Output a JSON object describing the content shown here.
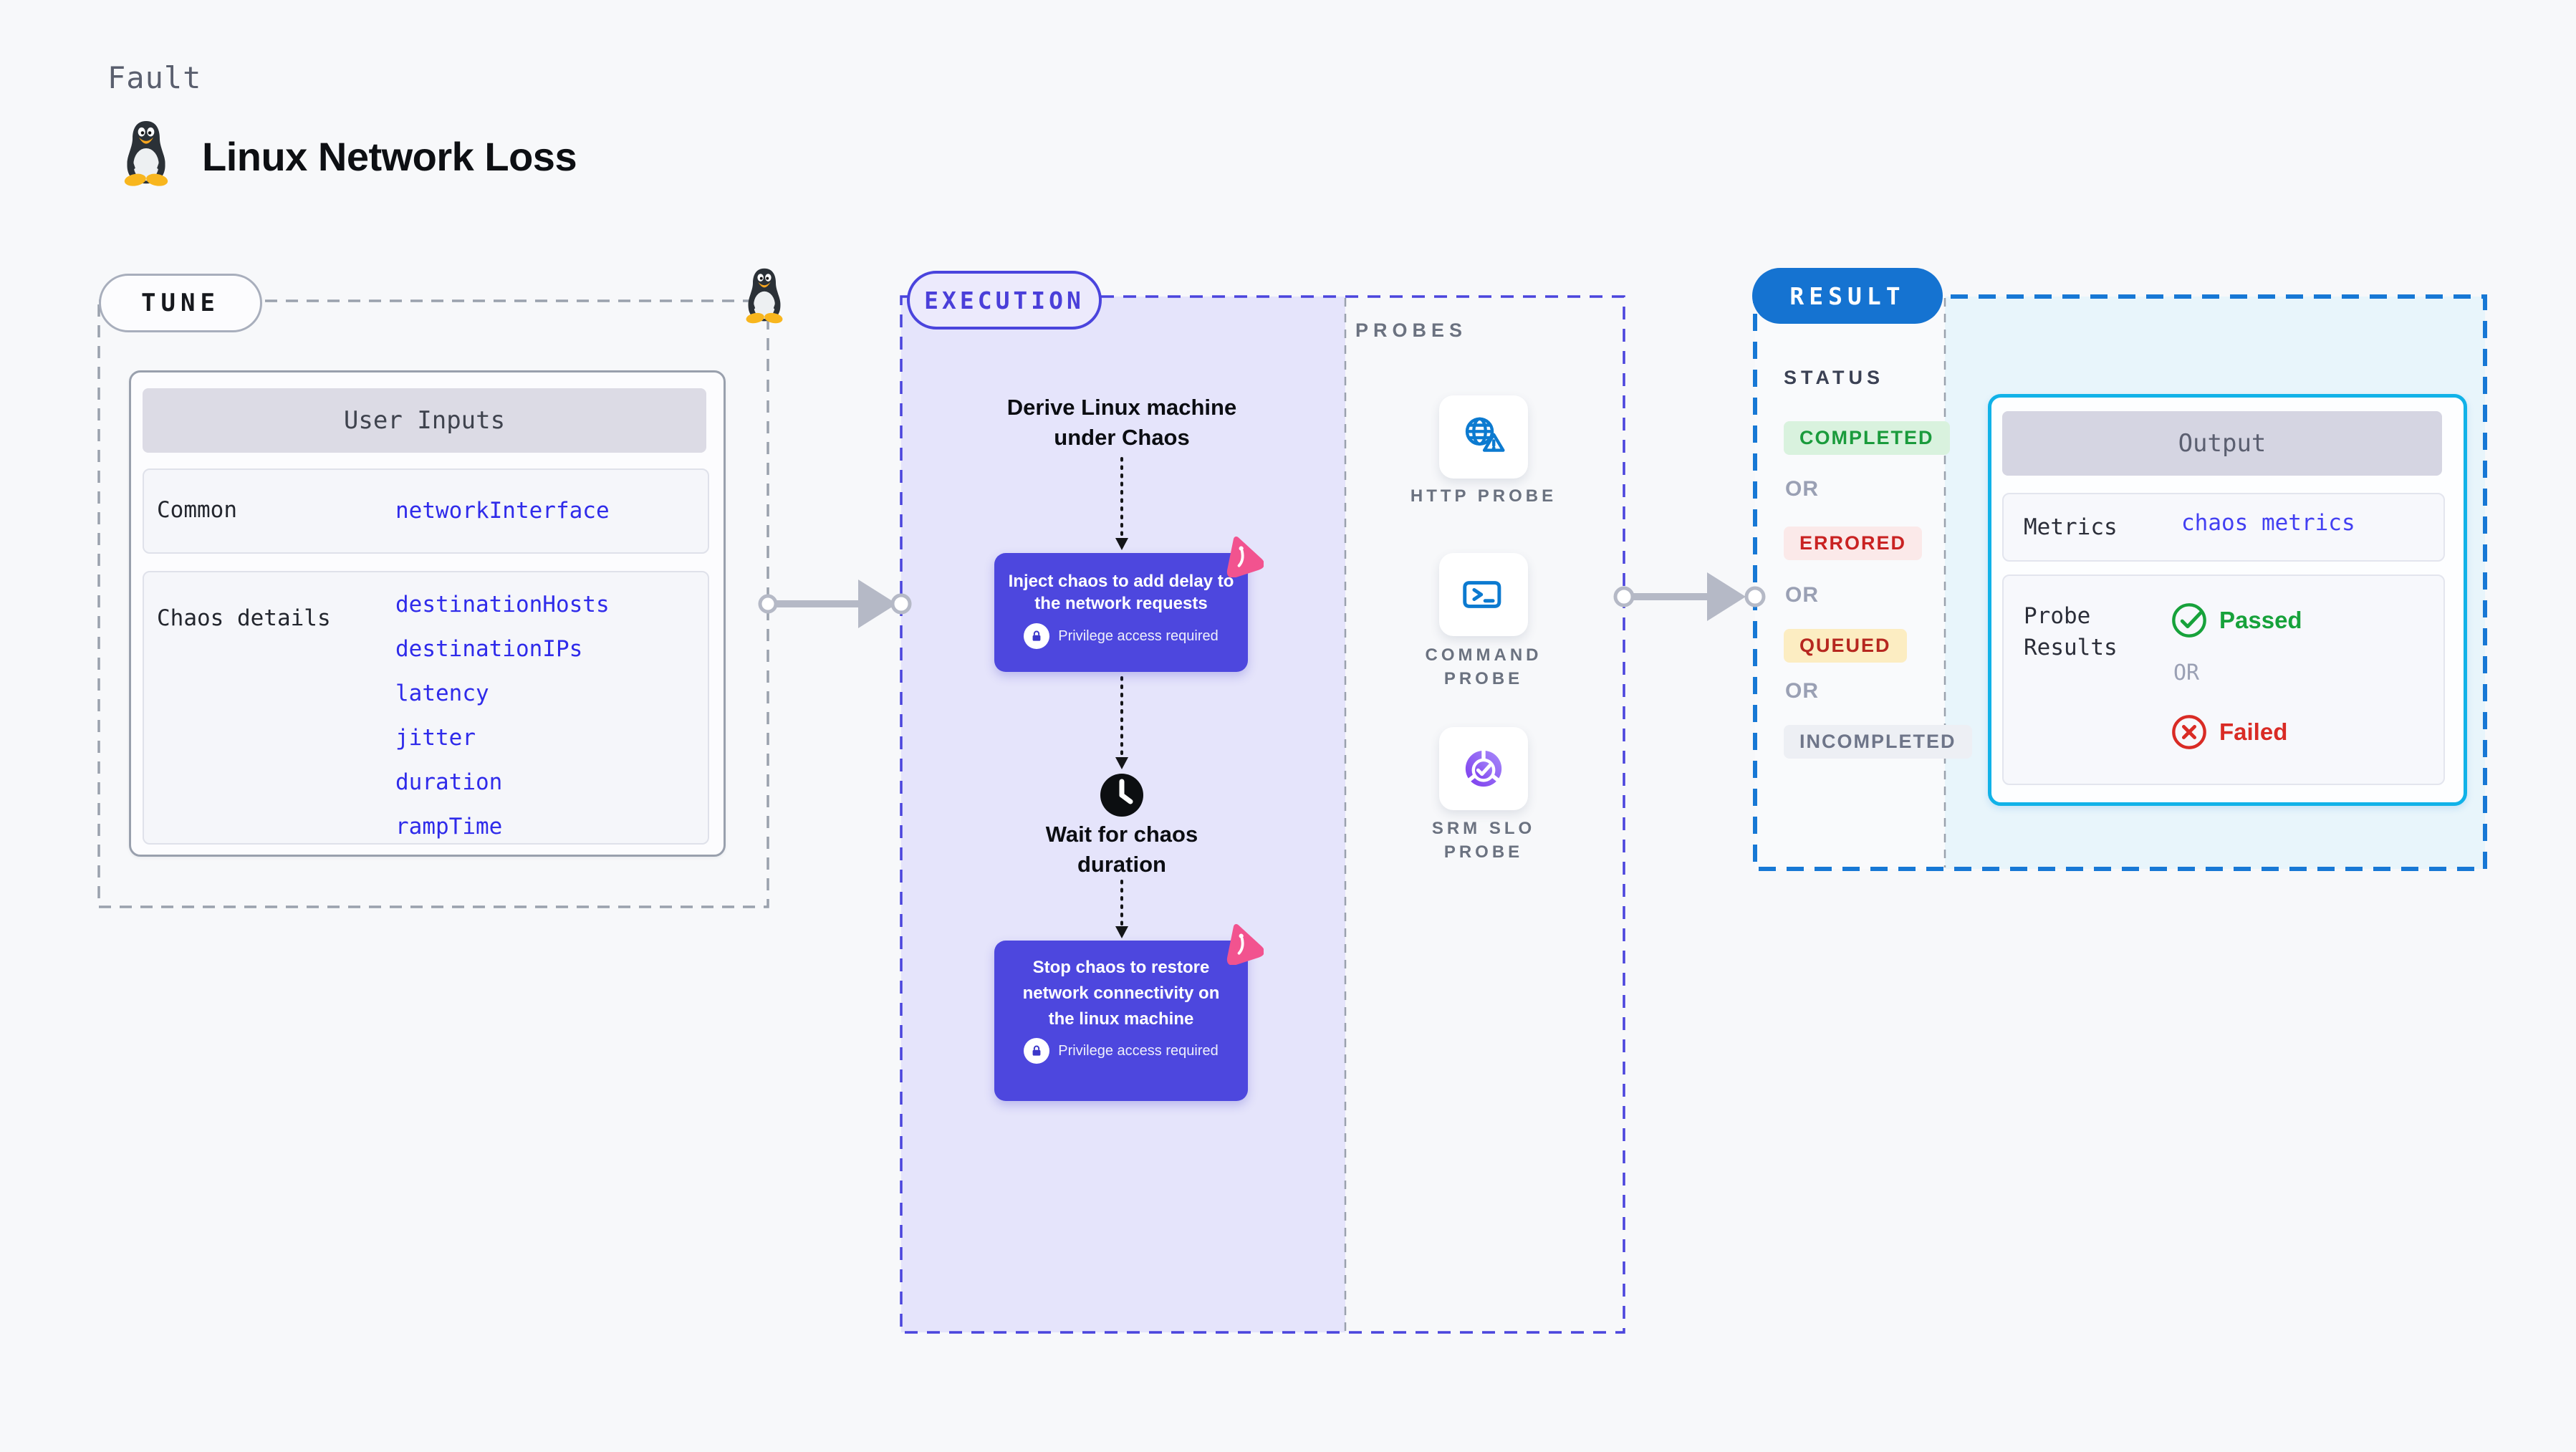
{
  "page": {
    "kicker": "Fault",
    "title": "Linux Network Loss"
  },
  "tune": {
    "label": "TUNE",
    "inputs_title": "User Inputs",
    "rows": [
      {
        "label": "Common",
        "values": [
          "networkInterface"
        ]
      },
      {
        "label": "Chaos details",
        "values": [
          "destinationHosts",
          "destinationIPs",
          "latency",
          "jitter",
          "duration",
          "rampTime"
        ]
      }
    ]
  },
  "execution": {
    "label": "EXECUTION",
    "derive_text": "Derive Linux machine under Chaos",
    "inject_text": "Inject chaos to add delay to the network requests",
    "privilege_note": "Privilege access required",
    "wait_text": "Wait for chaos duration",
    "stop_text": "Stop chaos to restore network connectivity on the linux machine"
  },
  "probes": {
    "label": "PROBES",
    "items": [
      {
        "name": "HTTP PROBE",
        "icon": "globe-warning-icon"
      },
      {
        "name": "COMMAND PROBE",
        "icon": "terminal-icon"
      },
      {
        "name": "SRM SLO PROBE",
        "icon": "slo-donut-icon"
      }
    ]
  },
  "result": {
    "label": "RESULT",
    "status_label": "STATUS",
    "or_label": "OR",
    "statuses": [
      {
        "label": "COMPLETED",
        "text_color": "#1a9b3c",
        "bg_color": "#d9f2de"
      },
      {
        "label": "ERRORED",
        "text_color": "#c92222",
        "bg_color": "#fbe9e9"
      },
      {
        "label": "QUEUED",
        "text_color": "#b6271f",
        "bg_color": "#fcedc2"
      },
      {
        "label": "INCOMPLETED",
        "text_color": "#6e7589",
        "bg_color": "#edeff4"
      }
    ],
    "output": {
      "title": "Output",
      "metrics_label": "Metrics",
      "metrics_value": "chaos metrics",
      "probe_results_label": "Probe Results",
      "passed_label": "Passed",
      "failed_label": "Failed"
    }
  },
  "colors": {
    "background": "#f7f8fa",
    "execution_fill": "#e5e4fb",
    "execution_dash": "#4a44dd",
    "tune_dash": "#9aa1ad",
    "result_dash": "#1778d5",
    "result_fill": "#e8f5fb",
    "chaos_node": "#4d47de",
    "chaos_icon_pink": "#f2538f",
    "probe_icon_blue": "#0c7ad0",
    "srm_purple": "#8b4ef0",
    "value_blue": "#2f2bea",
    "result_pill_blue": "#1573d1",
    "output_border_cyan": "#11b2e8",
    "passed_green": "#17a23b",
    "failed_red": "#d92b25"
  }
}
